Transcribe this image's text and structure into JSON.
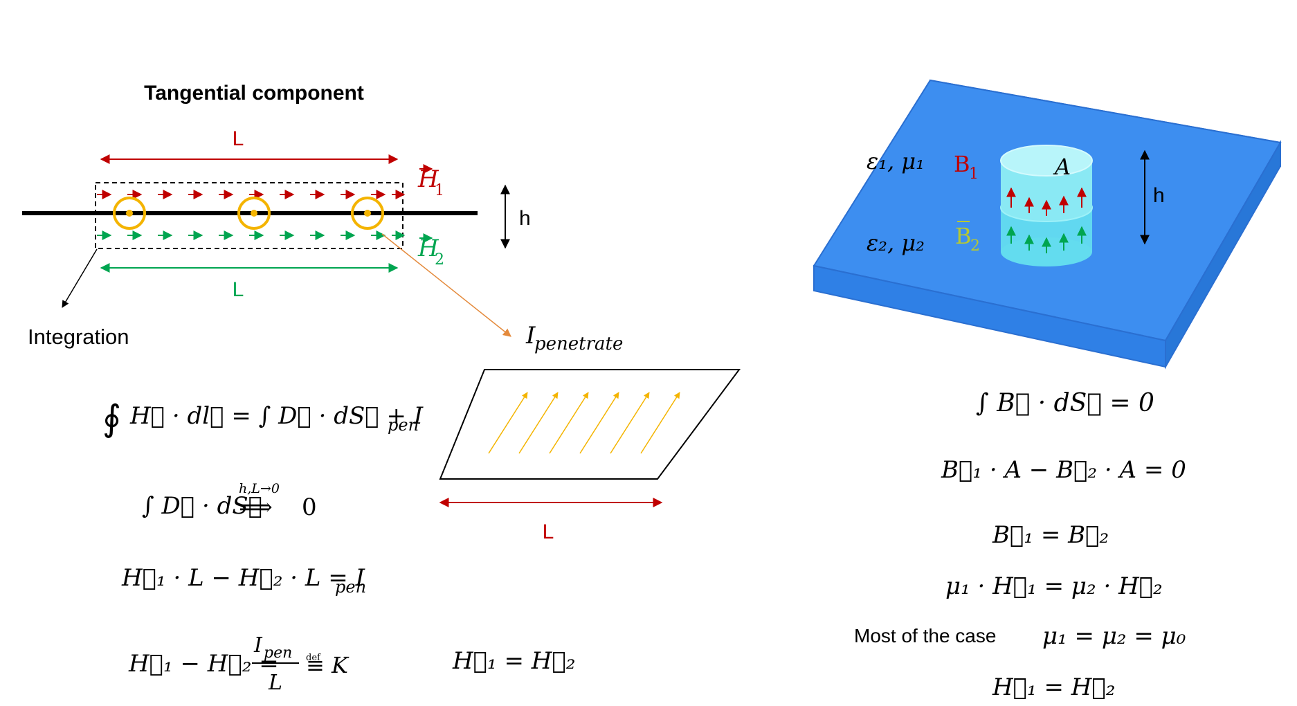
{
  "left": {
    "title": "Tangential component",
    "labels": {
      "L_top": "L",
      "L_bottom": "L",
      "h": "h",
      "H1": "H",
      "H1_sub": "1",
      "H2": "H",
      "H2_sub": "2",
      "integration": "Integration",
      "i_main": "I",
      "i_sub": "penetrate",
      "L_sheet": "L"
    },
    "eq1": {
      "part1": "∮",
      "part2": "H⃗ · dl⃗ = ∫ D⃗ · dS⃗ + I",
      "sub": "pen"
    },
    "eq2": {
      "part1": "∫ D⃗ · dS⃗",
      "over": "h,L→0",
      "arrow": "⟹",
      "part2": "0"
    },
    "eq3": {
      "main": "H⃗₁ · L − H⃗₂ · L = I",
      "sub": "pen"
    },
    "eq4": {
      "lhs": "H⃗₁ − H⃗₂ =",
      "num_main": "I",
      "num_sub": "pen",
      "den": "L",
      "def": "def",
      "rhs": "≡ K"
    },
    "eq5": {
      "text": "H⃗₁ = H⃗₂"
    }
  },
  "right": {
    "labels": {
      "eps1": "ε₁, μ₁",
      "eps2": "ε₂, μ₂",
      "B1": "B",
      "B1_sub": "1",
      "B2": "B",
      "B2_sub": "2",
      "A": "A",
      "h": "h"
    },
    "eq1": {
      "text": "∫ B⃗ · dS⃗ = 0"
    },
    "eq2": {
      "text": "B⃗₁ · A − B⃗₂ · A = 0"
    },
    "eq3": {
      "text": "B⃗₁ = B⃗₂"
    },
    "eq4": {
      "text": "μ₁ · H⃗₁ = μ₂ · H⃗₂"
    },
    "eq5": {
      "label": "Most of the case",
      "text": "μ₁ = μ₂ = μ₀"
    },
    "eq6": {
      "text": "H⃗₁ = H⃗₂"
    }
  },
  "colors": {
    "red": "#c00000",
    "green": "#00a550",
    "orange": "#f4b400",
    "yellow_green": "#b7c832",
    "blue": "#3d8ef0",
    "cyan": "#7fe3f0",
    "arrow_orange": "#e48a3c"
  }
}
